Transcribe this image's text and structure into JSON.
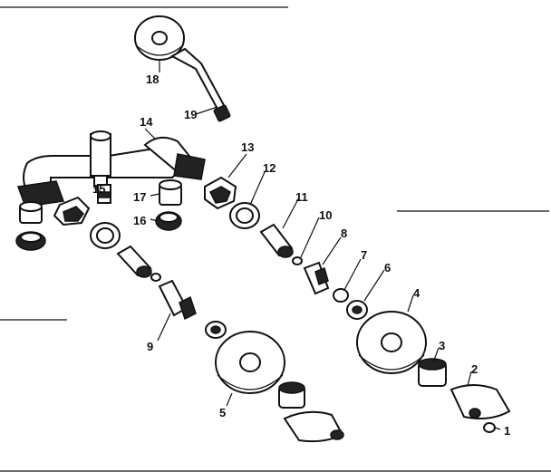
{
  "diagram": {
    "callouts": [
      {
        "id": "c1",
        "text": "1"
      },
      {
        "id": "c2",
        "text": "2"
      },
      {
        "id": "c3",
        "text": "3"
      },
      {
        "id": "c4",
        "text": "4"
      },
      {
        "id": "c5",
        "text": "5"
      },
      {
        "id": "c6",
        "text": "6"
      },
      {
        "id": "c7",
        "text": "7"
      },
      {
        "id": "c8",
        "text": "8"
      },
      {
        "id": "c9",
        "text": "9"
      },
      {
        "id": "c10",
        "text": "10"
      },
      {
        "id": "c11",
        "text": "11"
      },
      {
        "id": "c12",
        "text": "12"
      },
      {
        "id": "c13",
        "text": "13"
      },
      {
        "id": "c14",
        "text": "14"
      },
      {
        "id": "c15",
        "text": "15"
      },
      {
        "id": "c16",
        "text": "16"
      },
      {
        "id": "c17",
        "text": "17"
      },
      {
        "id": "c18",
        "text": "18"
      },
      {
        "id": "c19",
        "text": "19"
      }
    ],
    "colors": {
      "ink": "#111111",
      "paper": "#ffffff"
    }
  }
}
